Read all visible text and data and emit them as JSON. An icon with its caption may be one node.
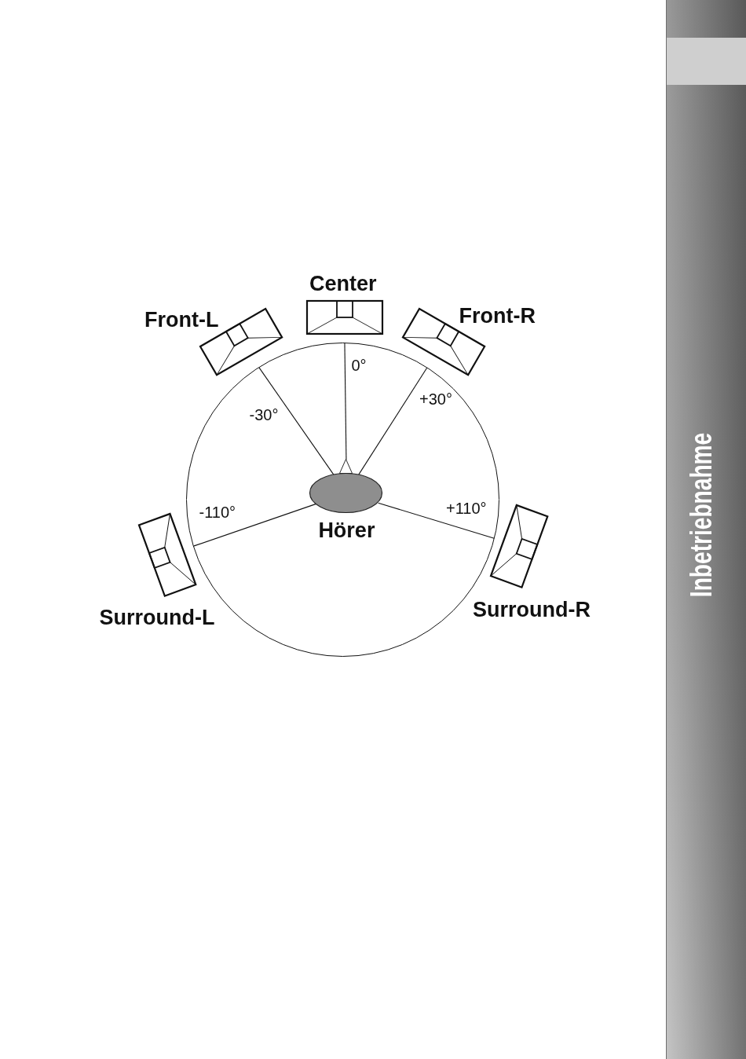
{
  "diagram": {
    "nodes": [
      {
        "text": [],
        "shape": "circle"
      },
      {
        "text": [
          "Center"
        ]
      },
      {
        "text": [
          "Front-L"
        ]
      },
      {
        "text": [
          "Front-R"
        ]
      },
      {
        "text": [
          "Hörer"
        ],
        "in": 0
      },
      {
        "text": [
          "Surround-L"
        ]
      },
      {
        "text": [
          "Surround-R"
        ]
      },
      {
        "text": [
          "Inbetriebnahme"
        ]
      }
    ],
    "edges": [
      {
        "from": 4,
        "to": 1,
        "arrow": "none",
        "label": "0°"
      },
      {
        "from": 4,
        "to": 2,
        "arrow": "none",
        "label": "-30°"
      },
      {
        "from": 4,
        "to": 3,
        "arrow": "none",
        "label": "+30°"
      },
      {
        "from": 4,
        "to": 5,
        "arrow": "none",
        "label": "-110°"
      },
      {
        "from": 4,
        "to": 6,
        "arrow": "none",
        "label": "+110°"
      }
    ]
  }
}
